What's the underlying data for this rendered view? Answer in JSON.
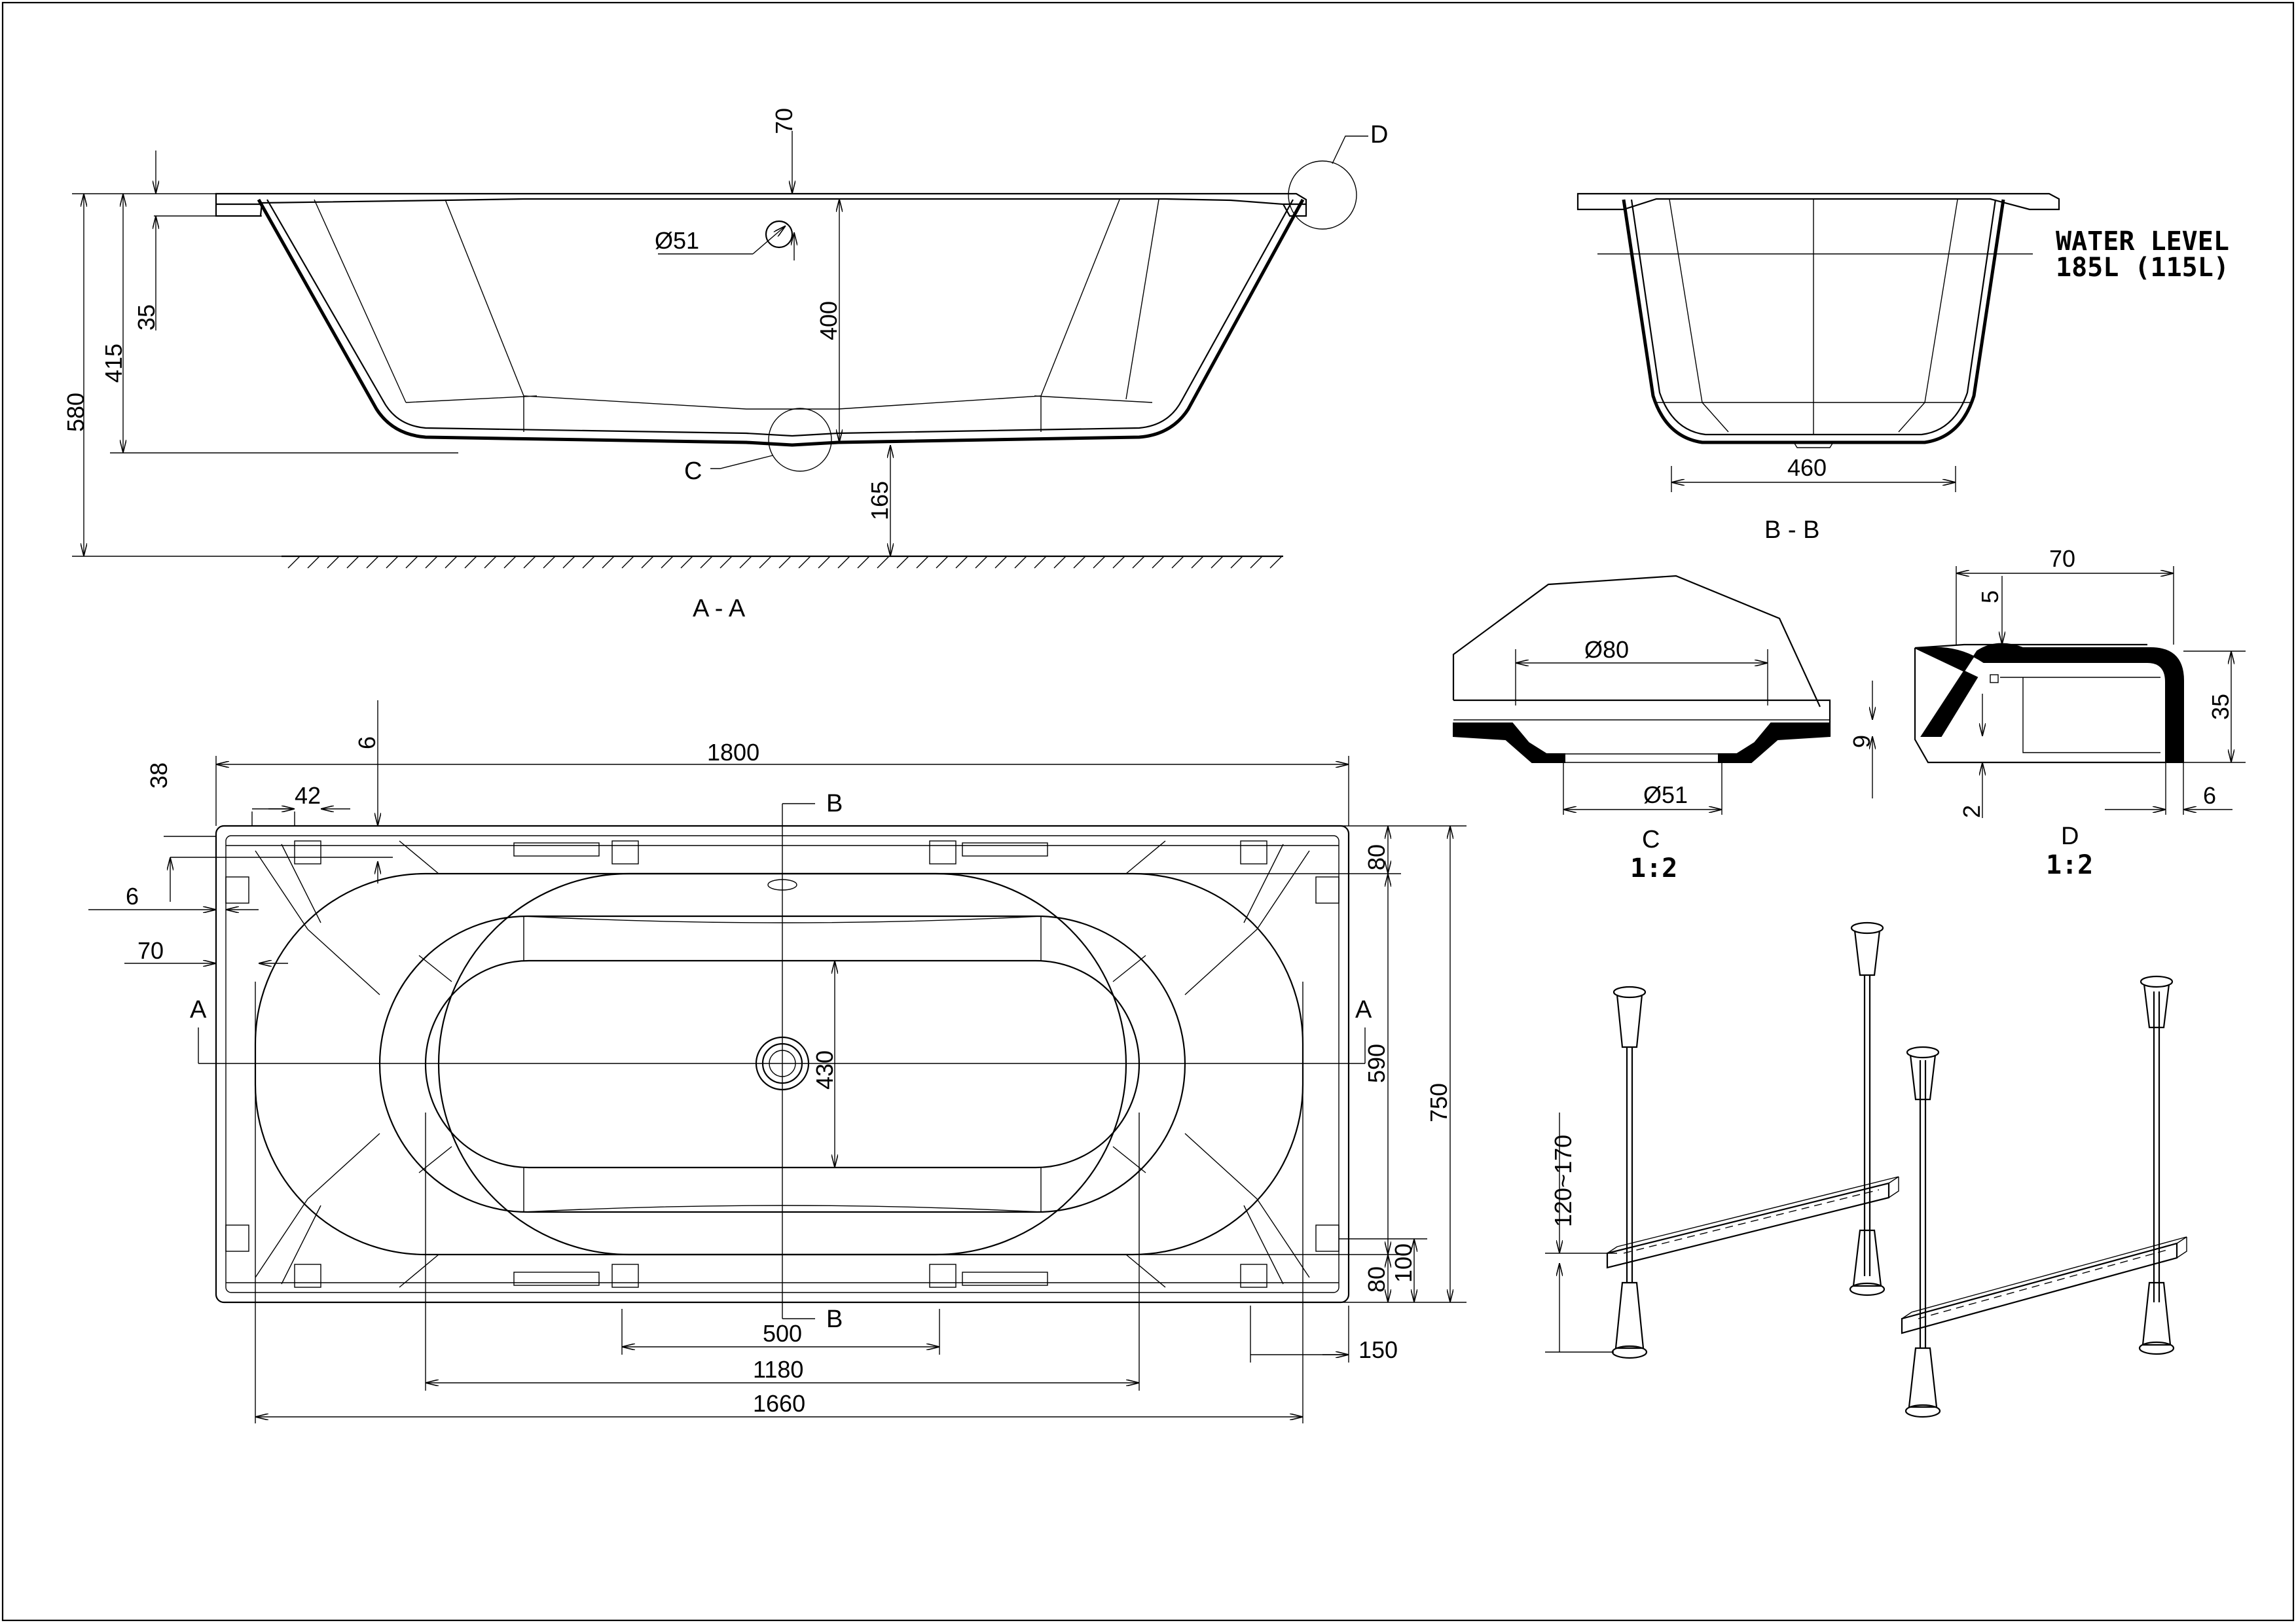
{
  "section_aa": {
    "title": "A - A",
    "dims": {
      "d70": "70",
      "d35": "35",
      "d415": "415",
      "d580": "580",
      "d400": "400",
      "d165": "165",
      "dia51": "Ø51"
    },
    "callouts": {
      "c": "C",
      "d": "D"
    }
  },
  "section_bb": {
    "title": "B - B",
    "water_level_line1": "WATER LEVEL",
    "water_level_line2": "185L (115L)",
    "d460": "460"
  },
  "detail_c": {
    "title": "C",
    "scale": "1:2",
    "dia80": "Ø80",
    "dia51": "Ø51",
    "d9": "9"
  },
  "detail_d": {
    "title": "D",
    "scale": "1:2",
    "d70": "70",
    "d5": "5",
    "d35": "35",
    "d2": "2",
    "d6": "6"
  },
  "plan": {
    "d1800": "1800",
    "d38": "38",
    "d42": "42",
    "d6top": "6",
    "d6left": "6",
    "d70": "70",
    "d80top": "80",
    "d590": "590",
    "d750": "750",
    "d430": "430",
    "d80bot": "80",
    "d100": "100",
    "d150": "150",
    "d500": "500",
    "d1180": "1180",
    "d1660": "1660",
    "sec_a": "A",
    "sec_b": "B"
  },
  "legs": {
    "d120_170": "120~170"
  }
}
